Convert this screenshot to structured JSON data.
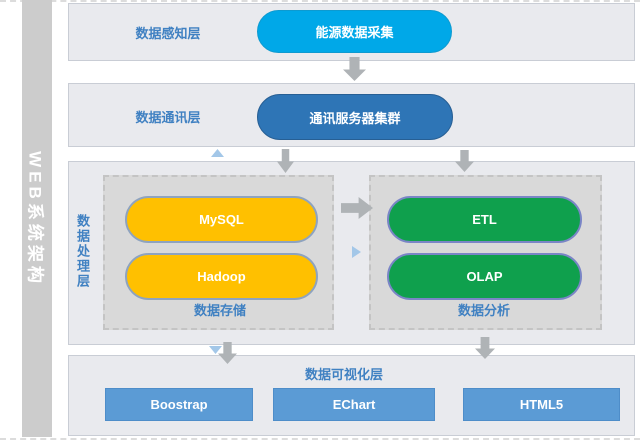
{
  "sidebar": {
    "title": "WEB系统架构",
    "bg": "#cccccc"
  },
  "colors": {
    "label_text": "#4081c2",
    "panel_bg": "#e9eaee",
    "groupbox_bg": "#d9d9d9",
    "arrow_gray": "#afb3b6",
    "triangle_blue": "#a3c7e8",
    "cyan": "#00a8e8",
    "blue": "#2e75b6",
    "orange": "#ffc000",
    "green": "#0fa04d",
    "rect_blue": "#5b9bd5"
  },
  "layers": {
    "perception": {
      "label": "数据感知层",
      "node": {
        "text": "能源数据采集",
        "bg": "#00a8e8"
      }
    },
    "communication": {
      "label": "数据通讯层",
      "node": {
        "text": "通讯服务器集群",
        "bg": "#2e75b6"
      }
    },
    "processing": {
      "label": "数据处理层",
      "storage": {
        "label": "数据存储",
        "node_bg": "#ffc000",
        "nodes": [
          {
            "text": "MySQL"
          },
          {
            "text": "Hadoop"
          }
        ]
      },
      "analysis": {
        "label": "数据分析",
        "node_bg": "#0fa04d",
        "nodes": [
          {
            "text": "ETL"
          },
          {
            "text": "OLAP"
          }
        ]
      }
    },
    "visualization": {
      "label": "数据可视化层",
      "node_bg": "#5b9bd5",
      "nodes": [
        {
          "text": "Boostrap"
        },
        {
          "text": "EChart"
        },
        {
          "text": "HTML5"
        }
      ]
    }
  }
}
